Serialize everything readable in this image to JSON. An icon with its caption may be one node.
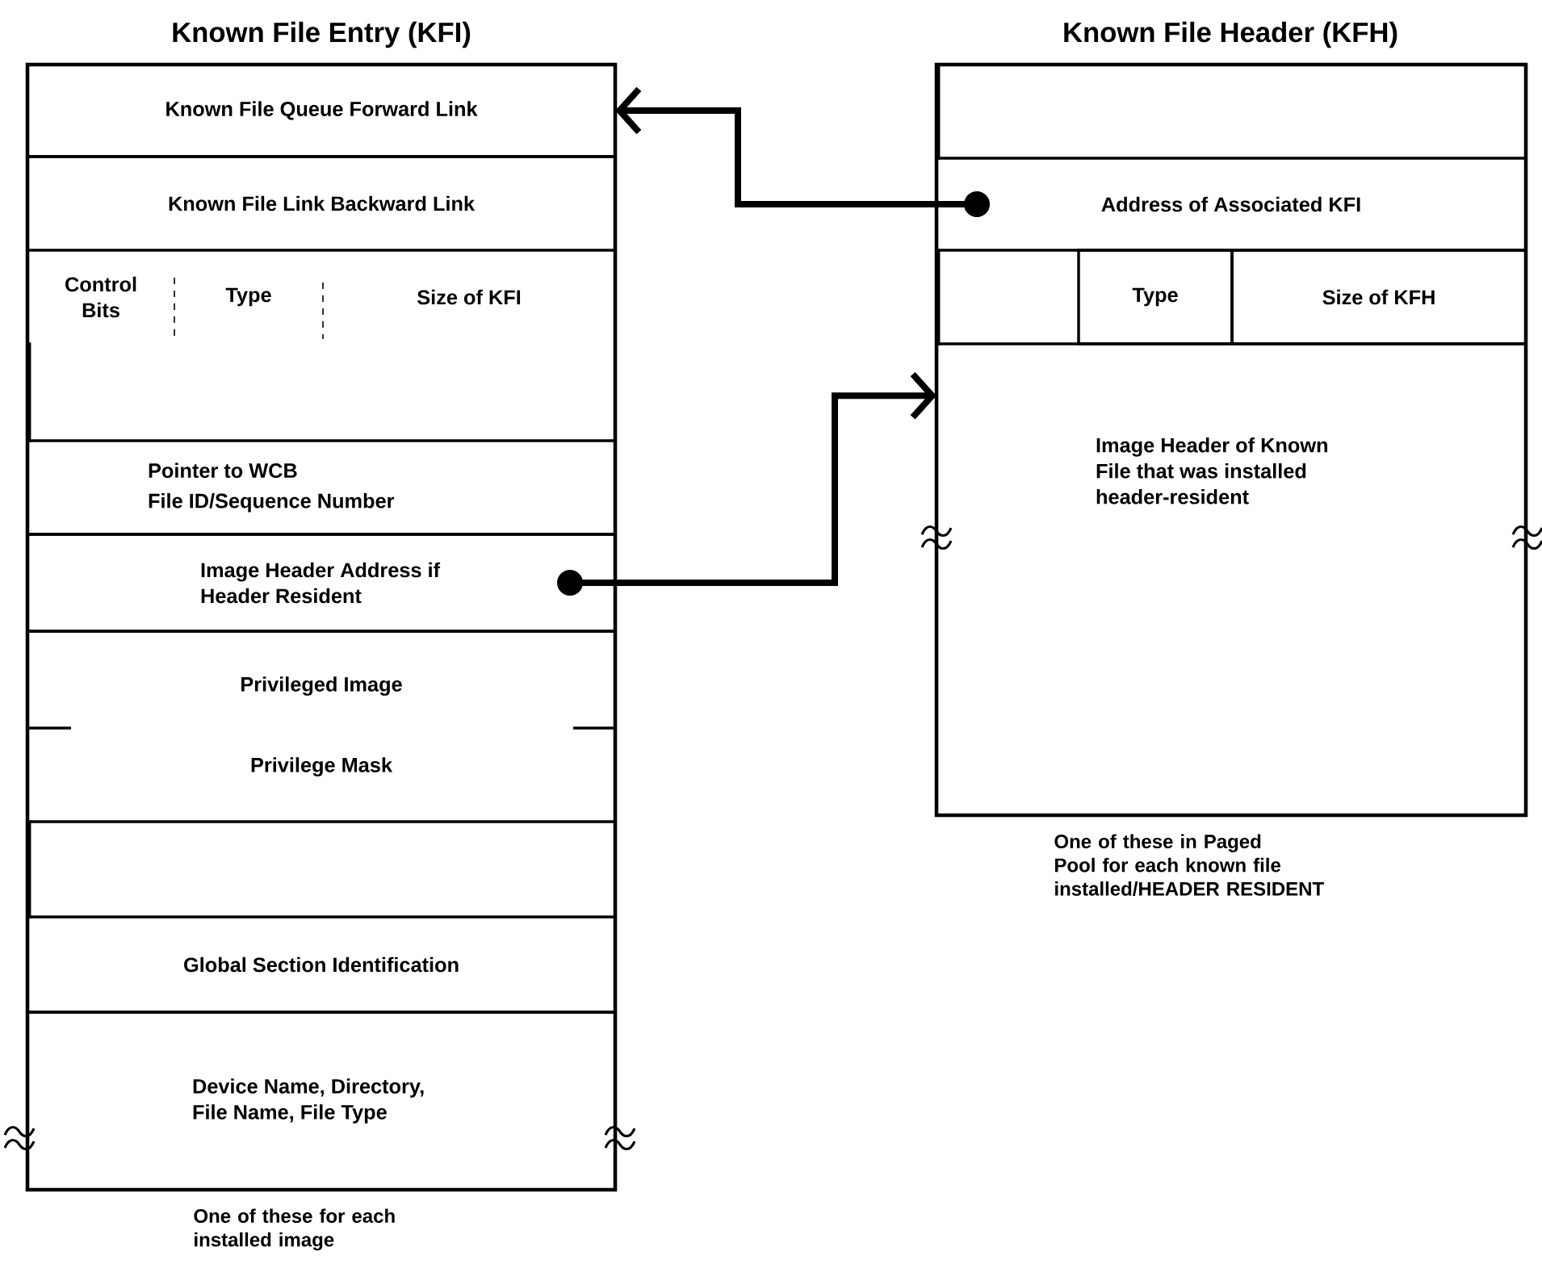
{
  "diagram": {
    "nodes": [
      {
        "text": [
          "Known File Entry (KFI)"
        ],
        "beside": [
          "One of these for each installed image"
        ]
      },
      {
        "text": [
          "Known File Queue Forward Link"
        ],
        "in": 0
      },
      {
        "text": [
          "Known File Link Backward Link"
        ],
        "in": 0
      },
      {
        "text": [
          "Control Bits"
        ],
        "in": 0
      },
      {
        "text": [
          "Type"
        ],
        "in": 0
      },
      {
        "text": [
          "Size of KFI"
        ],
        "in": 0
      },
      {
        "text": [],
        "shape": "box",
        "in": 0
      },
      {
        "text": [
          "Pointer to WCB",
          "File ID/Sequence Number"
        ],
        "in": 0
      },
      {
        "text": [
          "Image Header Address if Header Resident"
        ],
        "in": 0
      },
      {
        "text": [
          "Privileged Image",
          "Privilege Mask"
        ],
        "in": 0
      },
      {
        "text": [],
        "shape": "box",
        "in": 0
      },
      {
        "text": [
          "Global Section Identification"
        ],
        "in": 0
      },
      {
        "text": [
          "Device Name, Directory, File Name, File Type"
        ],
        "in": 0
      },
      {
        "text": [
          "Known File Header (KFH)"
        ],
        "beside": [
          "One of these in Paged Pool for each known file installed/HEADER RESIDENT"
        ]
      },
      {
        "text": [],
        "shape": "box",
        "in": 13
      },
      {
        "text": [
          "Address of Associated KFI"
        ],
        "in": 13
      },
      {
        "text": [],
        "shape": "box",
        "in": 13
      },
      {
        "text": [
          "Type"
        ],
        "in": 13
      },
      {
        "text": [
          "Size of KFH"
        ],
        "in": 13
      },
      {
        "text": [
          "Image Header of Known File that was installed header-resident"
        ],
        "in": 13
      }
    ],
    "edges": [
      {
        "from": 15,
        "to": 1,
        "arrow": "to"
      },
      {
        "from": 8,
        "to": 19,
        "arrow": "to"
      }
    ]
  }
}
